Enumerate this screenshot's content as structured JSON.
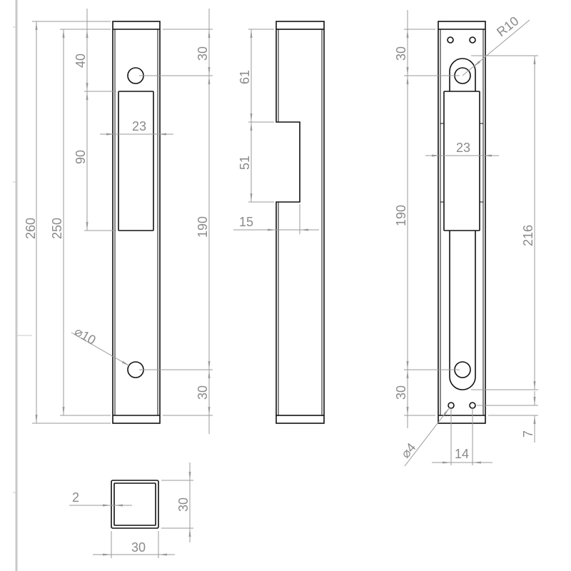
{
  "views": {
    "front": {
      "overall_length": "260",
      "inner_length": "250",
      "top_to_slot": "40",
      "slot_length": "90",
      "slot_width": "23",
      "top_hole_offset": "30",
      "hole_spacing": "190",
      "bottom_hole_offset": "30",
      "hole_diameter": "⌀10"
    },
    "side": {
      "notch_offset": "61",
      "notch_length": "51",
      "notch_depth": "15"
    },
    "back": {
      "lug_radius": "R10",
      "top_hole_offset": "30",
      "slot_width": "23",
      "hole_spacing": "190",
      "lug_length": "216",
      "bottom_hole_offset": "30",
      "small_hole_diameter": "⌀4",
      "small_hole_spacing": "14",
      "small_hole_offset": "7"
    },
    "section": {
      "wall_thickness": "2",
      "height": "30",
      "width": "30"
    }
  },
  "colors": {
    "part": "#111111",
    "dimension": "#9a9a9a",
    "border": "#c8c8c8"
  }
}
